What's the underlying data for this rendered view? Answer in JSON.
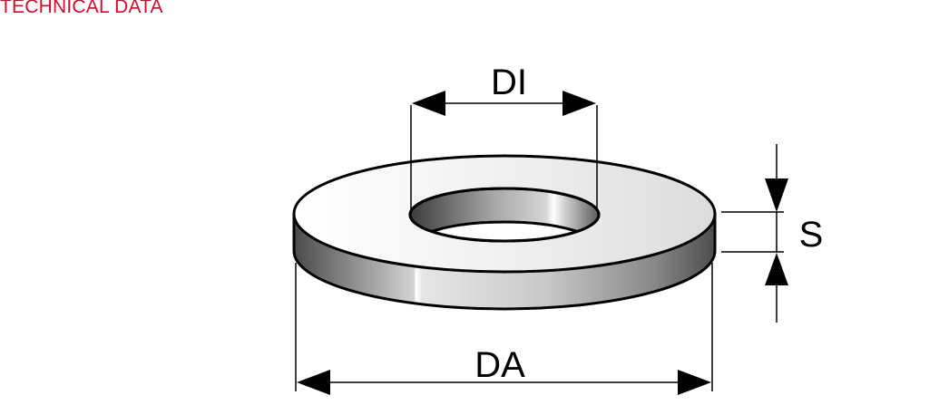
{
  "header": {
    "title": "TECHNICAL DATA"
  },
  "diagram": {
    "subject": "flat washer",
    "dimensions": {
      "inner_diameter": {
        "label": "DI"
      },
      "outer_diameter": {
        "label": "DA"
      },
      "thickness": {
        "label": "S"
      }
    }
  },
  "colors": {
    "title": "#d40a2c",
    "line": "#000000",
    "face_light": "#f4f4f4",
    "face_shadow": "#d8d8d8",
    "edge_dark": "#5a5a5a",
    "edge_light": "#e8e8e8"
  }
}
